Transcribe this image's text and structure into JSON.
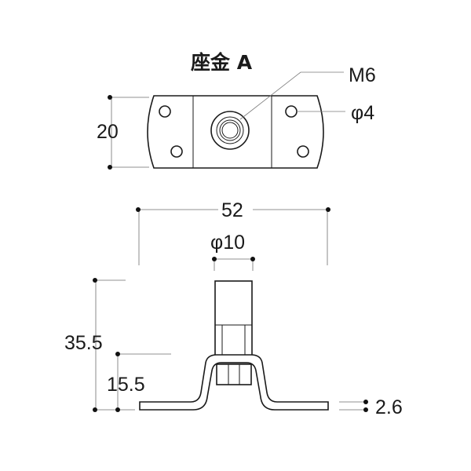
{
  "title": "座金 A",
  "labels": {
    "thread": "M6",
    "hole": "φ4",
    "height_top": "20",
    "width": "52",
    "boss_dia": "φ10",
    "total_height": "35.5",
    "bend_height": "15.5",
    "thickness": "2.6"
  }
}
